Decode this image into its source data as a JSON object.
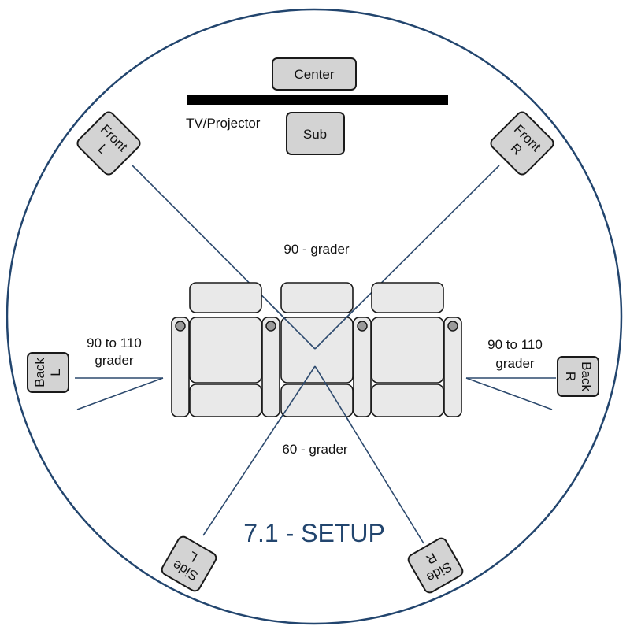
{
  "title": "7.1 - SETUP",
  "screen_label": "TV/Projector",
  "speakers": {
    "center": "Center",
    "sub": "Sub",
    "front_l": [
      "Front",
      "L"
    ],
    "front_r": [
      "Front",
      "R"
    ],
    "back_l": [
      "Back",
      "L"
    ],
    "back_r": [
      "Back",
      "R"
    ],
    "side_l": [
      "Side",
      "L"
    ],
    "side_r": [
      "Side",
      "R"
    ]
  },
  "angles": {
    "front": "90 - grader",
    "back_l": [
      "90 to 110",
      "grader"
    ],
    "back_r": [
      "90 to 110",
      "grader"
    ],
    "side": "60 - grader"
  },
  "colors": {
    "accent": "#22456e",
    "rays": "#2d4a6e",
    "speaker_fill": "#d3d3d3"
  }
}
